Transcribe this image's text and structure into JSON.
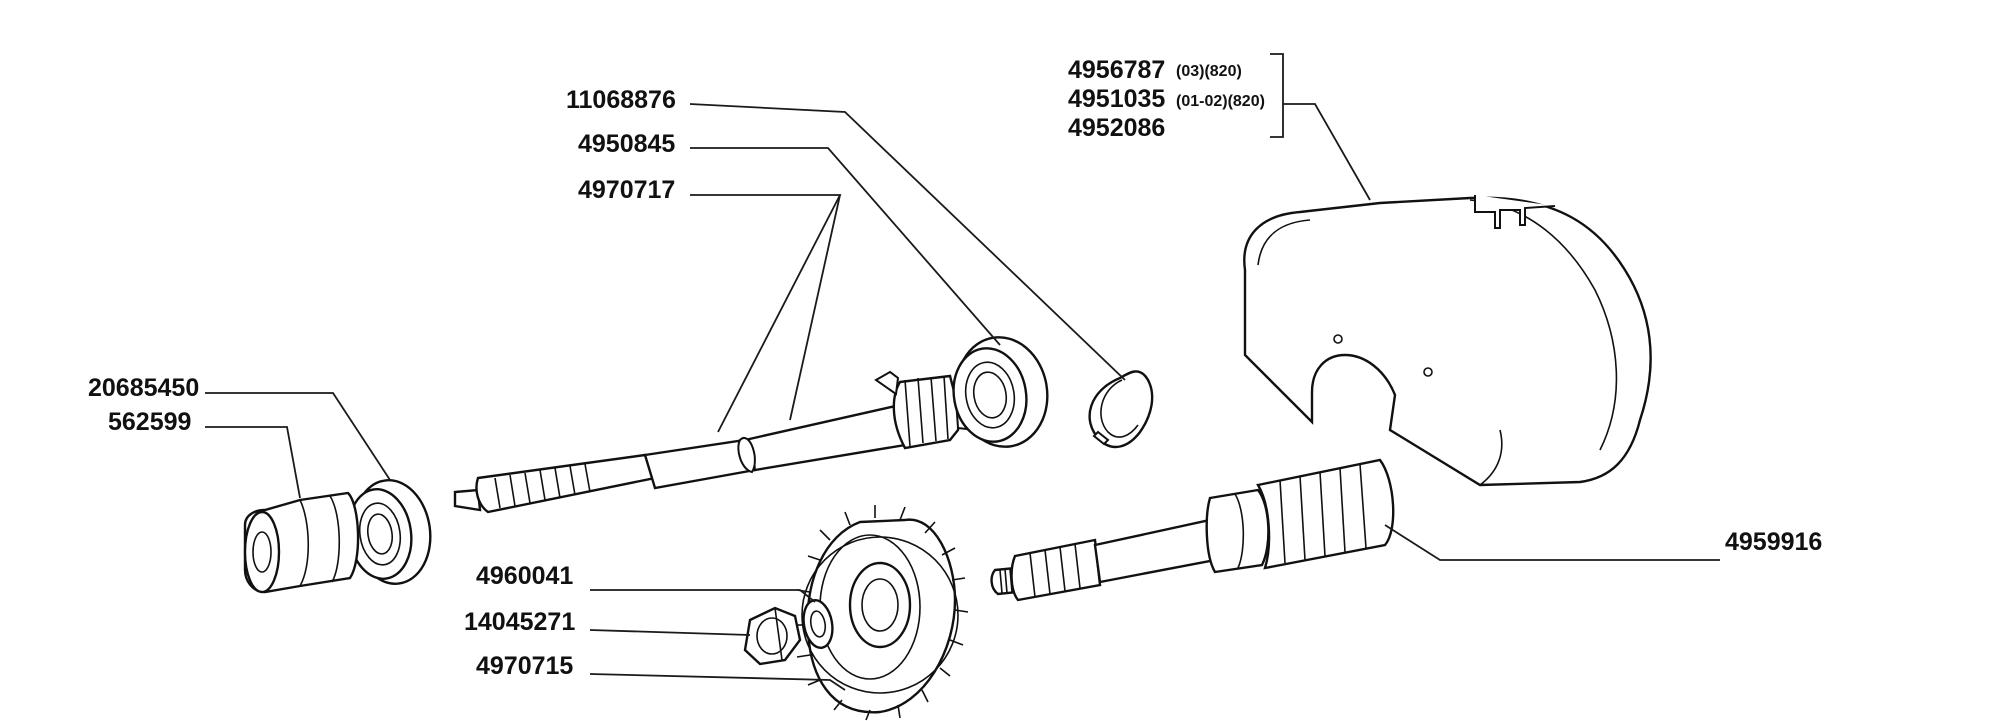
{
  "labels": {
    "p4956787": "4956787",
    "p4956787_note": "(03)(820)",
    "p4951035": "4951035",
    "p4951035_note": "(01-02)(820)",
    "p4952086": "4952086",
    "p11068876": "11068876",
    "p4950845": "4950845",
    "p4970717": "4970717",
    "p20685450": "20685450",
    "p562599": "562599",
    "p4960041": "4960041",
    "p14045271": "14045271",
    "p4970715": "4970715",
    "p4959916": "4959916"
  }
}
